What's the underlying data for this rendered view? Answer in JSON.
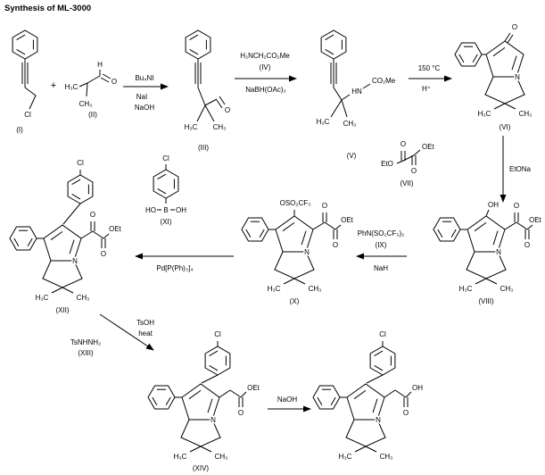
{
  "title": "Synthesis of ML-3000",
  "plus": "+",
  "compounds": {
    "I": {
      "number": "(I)",
      "cl": "Cl"
    },
    "II": {
      "number": "(II)",
      "h3c": "H₃C",
      "ch3": "CH₃",
      "h": "H",
      "o": "O"
    },
    "III": {
      "number": "(III)",
      "h3c": "H₃C",
      "ch3": "CH₃",
      "o": "O"
    },
    "V": {
      "number": "(V)",
      "h3c": "H₃C",
      "ch3": "CH₃",
      "hn": "HN",
      "ester": "CO₂Me"
    },
    "VI": {
      "number": "(VI)",
      "o": "O",
      "n": "N",
      "h3c": "H₃C",
      "ch3": "CH₃"
    },
    "VII": {
      "number": "(VII)",
      "eto": "EtO",
      "o_top": "O",
      "o_bottom": "O",
      "oet": "OEt"
    },
    "VIII": {
      "number": "(VIII)",
      "oh": "OH",
      "o_top": "O",
      "o_bottom": "O",
      "oet": "OEt",
      "n": "N",
      "h3c": "H₃C",
      "ch3": "CH₃"
    },
    "X": {
      "number": "(X)",
      "triflate": "OSO₂CF₃",
      "o_top": "O",
      "o_bottom": "O",
      "oet": "OEt",
      "n": "N",
      "h3c": "H₃C",
      "ch3": "CH₃"
    },
    "XI": {
      "number": "(XI)",
      "cl": "Cl",
      "ho": "HO",
      "b": "B",
      "oh": "OH"
    },
    "XII": {
      "number": "(XII)",
      "cl": "Cl",
      "o_top": "O",
      "o_bottom": "O",
      "oet": "OEt",
      "n": "N",
      "h3c": "H₃C",
      "ch3": "CH₃"
    },
    "XIV": {
      "number": "(XIV)",
      "cl": "Cl",
      "o": "O",
      "oet": "OEt",
      "n": "N",
      "h3c": "H₃C",
      "ch3": "CH₃"
    },
    "final": {
      "cl": "Cl",
      "o": "O",
      "oh": "OH",
      "n": "N",
      "h3c": "H₃C",
      "ch3": "CH₃"
    }
  },
  "steps": {
    "step1": {
      "above": "Bu₄NI",
      "below1": "NaI",
      "below2": "NaOH"
    },
    "step2": {
      "above": "H₂NCH₂CO₂Me",
      "number": "(IV)",
      "below": "NaBH(OAc)₃"
    },
    "step3": {
      "above": "150 °C",
      "below": "H⁺"
    },
    "step4": {
      "right": "EtONa"
    },
    "step5": {
      "above": "PhN(SO₂CF₃)₂",
      "number": "(IX)",
      "below": "NaH"
    },
    "step6": {
      "below": "Pd[P(Ph)₃]₄"
    },
    "step7": {
      "label1": "TsOH",
      "label2": "heat",
      "reagent": "TsNHNH₂",
      "number": "(XIII)"
    },
    "step8": {
      "above": "NaOH"
    }
  }
}
